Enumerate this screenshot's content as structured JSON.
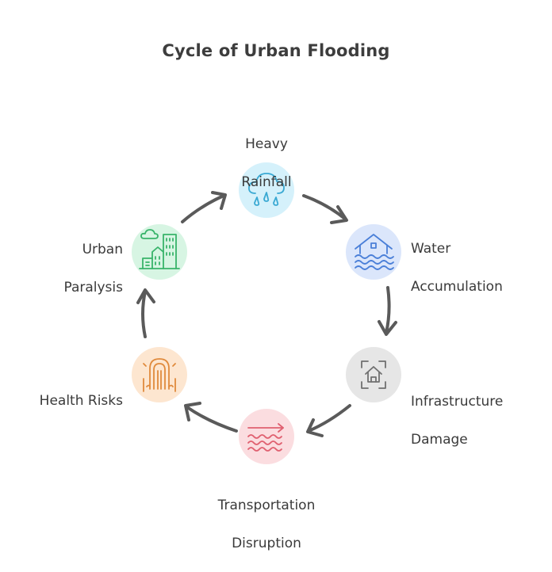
{
  "title": "Cycle of Urban Flooding",
  "steps": [
    {
      "lines": [
        "Heavy",
        "Rainfall"
      ],
      "icon": "rain-cloud-icon",
      "color": "#d5f1fb",
      "stroke": "#3aa9d3"
    },
    {
      "lines": [
        "Water",
        "Accumulation"
      ],
      "icon": "flooded-house-icon",
      "color": "#dbe6fb",
      "stroke": "#4a7fd8"
    },
    {
      "lines": [
        "Infrastructure",
        "Damage"
      ],
      "icon": "damaged-house-icon",
      "color": "#e6e6e6",
      "stroke": "#707070"
    },
    {
      "lines": [
        "Transportation",
        "Disruption"
      ],
      "icon": "waves-arrow-icon",
      "color": "#fbdde0",
      "stroke": "#e06070"
    },
    {
      "lines": [
        "Health Risks"
      ],
      "icon": "sewer-pipe-icon",
      "color": "#fde6d0",
      "stroke": "#e08a3c"
    },
    {
      "lines": [
        "Urban",
        "Paralysis"
      ],
      "icon": "city-buildings-icon",
      "color": "#d7f5e3",
      "stroke": "#38b46a"
    }
  ],
  "arrow_color": "#5a5a5a"
}
